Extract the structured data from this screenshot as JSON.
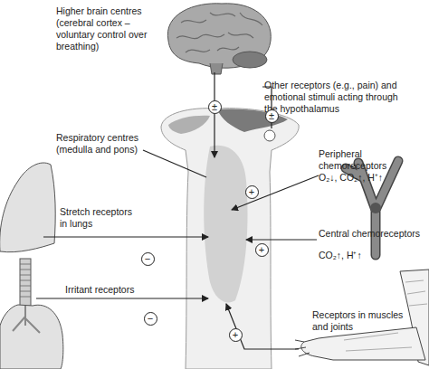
{
  "diagram": {
    "nodes": [
      {
        "text": [
          "±"
        ]
      },
      {
        "text": [
          "±"
        ]
      },
      {
        "text": [
          "+"
        ]
      },
      {
        "text": [
          "+"
        ]
      },
      {
        "text": [
          "−"
        ]
      },
      {
        "text": [
          "−"
        ]
      },
      {
        "text": [
          "+"
        ]
      }
    ],
    "labels": [
      "Higher brain centres (cerebral cortex – voluntary control over breathing)",
      "Other receptors (e.g., pain) and emotional stimuli acting through the hypothalamus",
      "Respiratory centres (medulla and pons)",
      "Peripheral chemoreceptors",
      "O₂↓, CO₂↑, H⁺↑",
      "Stretch receptors in lungs",
      "Central chemoreceptors",
      "CO₂↑, H⁺↑",
      "Irritant receptors",
      "Receptors in muscles and joints"
    ]
  }
}
